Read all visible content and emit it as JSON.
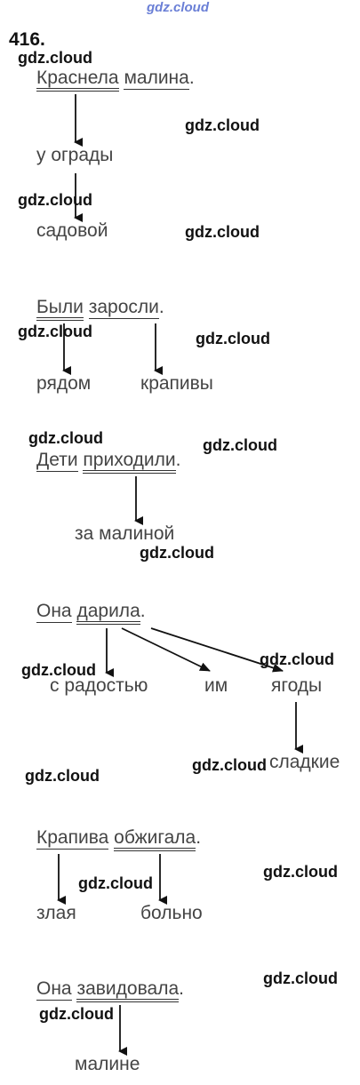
{
  "exercise_number": "416.",
  "watermark": "gdz.cloud",
  "sentences": [
    {
      "subject": "Краснела",
      "predicate": "малина",
      "end": ".",
      "dependents": [
        "у ограды",
        "садовой"
      ]
    },
    {
      "subject": "Были",
      "predicate": "заросли",
      "end": ".",
      "dependents": [
        "рядом",
        "крапивы"
      ]
    },
    {
      "subject": "Дети",
      "predicate": "приходили",
      "end": ".",
      "dependents": [
        "за малиной"
      ]
    },
    {
      "subject": "Она",
      "predicate": "дарила",
      "end": ".",
      "dependents": [
        "с радостью",
        "им",
        "ягоды",
        "сладкие"
      ]
    },
    {
      "subject": "Крапива",
      "predicate": "обжигала",
      "end": ".",
      "dependents": [
        "злая",
        "больно"
      ]
    },
    {
      "subject": "Она",
      "predicate": "завидовала",
      "end": ".",
      "dependents": [
        "малине"
      ]
    }
  ]
}
